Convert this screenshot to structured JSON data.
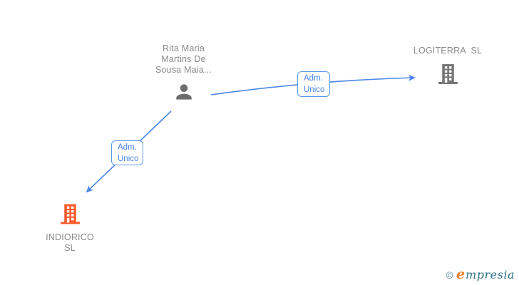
{
  "person": {
    "name_line1": "Rita Maria",
    "name_line2": "Martins De",
    "name_line3": "Sousa Maia..."
  },
  "company_top_right": {
    "name": "LOGITERRA  SL"
  },
  "company_bottom_left": {
    "name_line1": "INDIORICO",
    "name_line2": "SL"
  },
  "relationships": {
    "person_to_logiterra": {
      "label_line1": "Adm.",
      "label_line2": "Unico"
    },
    "person_to_indiorico": {
      "label_line1": "Adm.",
      "label_line2": "Unico"
    }
  },
  "branding": {
    "copyright": "©",
    "logo_e": "e",
    "logo_rest": "mpresia"
  },
  "colors": {
    "accent_blue": "#4a86e8",
    "label_border": "#5e97e6",
    "icon_gray": "#757575",
    "text_gray": "#8a8a8a",
    "company_orange": "#fb5b2d",
    "brand_teal": "#2a6f87",
    "brand_orange": "#ee7f2d"
  }
}
